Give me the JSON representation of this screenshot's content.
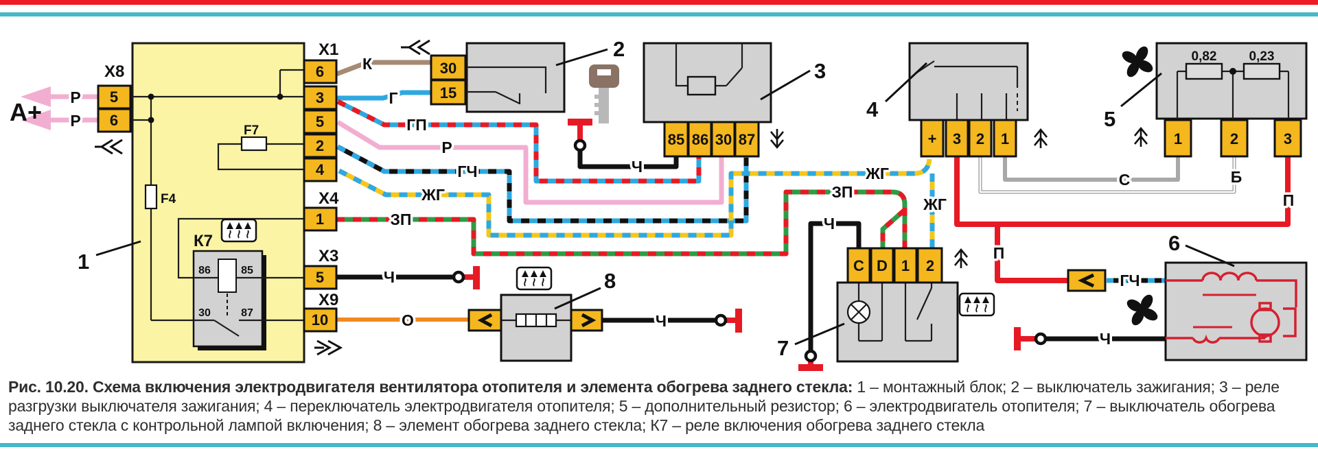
{
  "page": {
    "top_bar": "#EE1C25",
    "rule": "#45B7C9",
    "background": "#FFFFFF"
  },
  "caption": {
    "bold": "Рис. 10.20. Схема включения электродвигателя вентилятора отопителя и элемента обогрева заднего стекла:",
    "rest": "1 – монтажный блок; 2 – выключатель зажигания; 3 – реле разгрузки выключателя зажигания; 4 – переключатель электродвигателя отопителя; 5 – дополнительный резистор; 6 – электродвигатель отопителя; 7 – выключатель обогрева заднего стекла с контрольной лампой включения; 8 – элемент обогрева заднего стекла; К7 – реле включения обогрева заднего стекла"
  },
  "battery": {
    "label": "А+"
  },
  "connectors": {
    "x8": {
      "label": "Х8",
      "pins": [
        "5",
        "6"
      ]
    },
    "x1": {
      "label": "Х1",
      "pins": [
        "6",
        "3",
        "5",
        "2",
        "4"
      ]
    },
    "x4": {
      "label": "Х4",
      "pins": [
        "1"
      ]
    },
    "x3": {
      "label": "Х3",
      "pins": [
        "5"
      ]
    },
    "x9": {
      "label": "Х9",
      "pins": [
        "10"
      ]
    }
  },
  "fuses": {
    "f4": "F4",
    "f7": "F7"
  },
  "relay_k7": {
    "label": "К7",
    "pins": [
      "86",
      "85",
      "30",
      "87"
    ]
  },
  "ignition_switch": {
    "pins": [
      "30",
      "15"
    ]
  },
  "relay3": {
    "pins": [
      "85",
      "86",
      "30",
      "87"
    ]
  },
  "heater_switch": {
    "pins": [
      "+",
      "3",
      "2",
      "1"
    ]
  },
  "resistor": {
    "values": [
      "0,82",
      "0,23"
    ],
    "pins": [
      "1",
      "2",
      "3"
    ]
  },
  "defogger_switch": {
    "pins": [
      "C",
      "D",
      "1",
      "2"
    ]
  },
  "callouts": {
    "c1": "1",
    "c2": "2",
    "c3": "3",
    "c4": "4",
    "c5": "5",
    "c6": "6",
    "c7": "7",
    "c8": "8"
  },
  "wires": {
    "k": "К",
    "g": "Г",
    "gp": "ГП",
    "r": "Р",
    "gch": "ГЧ",
    "zhg": "ЖГ",
    "zp": "ЗП",
    "ch": "Ч",
    "o": "О",
    "p": "П",
    "s": "С",
    "b": "Б"
  },
  "colors": {
    "block_yellow": "#FAF4A4",
    "pin_yellow": "#F4B71E",
    "box_gray": "#D2D2D2",
    "wire_blue": "#2FA8E0",
    "wire_pink": "#F2AED0",
    "wire_brown": "#A68A74",
    "wire_red": "#E61A24",
    "wire_green": "#2E9C46",
    "wire_yellow": "#F5C71A",
    "wire_orange": "#F08A1E",
    "wire_black": "#111111",
    "wire_gray": "#A8A8A8",
    "ground_red": "#E61A24"
  },
  "icons": {
    "fan": "fan-icon",
    "heated_rear_window": "heated-rear-window-icon",
    "key": "ignition-key-icon",
    "battery_arrow": "battery-feed-arrow",
    "connector_arrow": "inline-connector-arrow",
    "ground": "body-ground-icon",
    "ring_terminal": "ring-terminal-icon",
    "chevron": "harness-continuation-chevrons"
  }
}
